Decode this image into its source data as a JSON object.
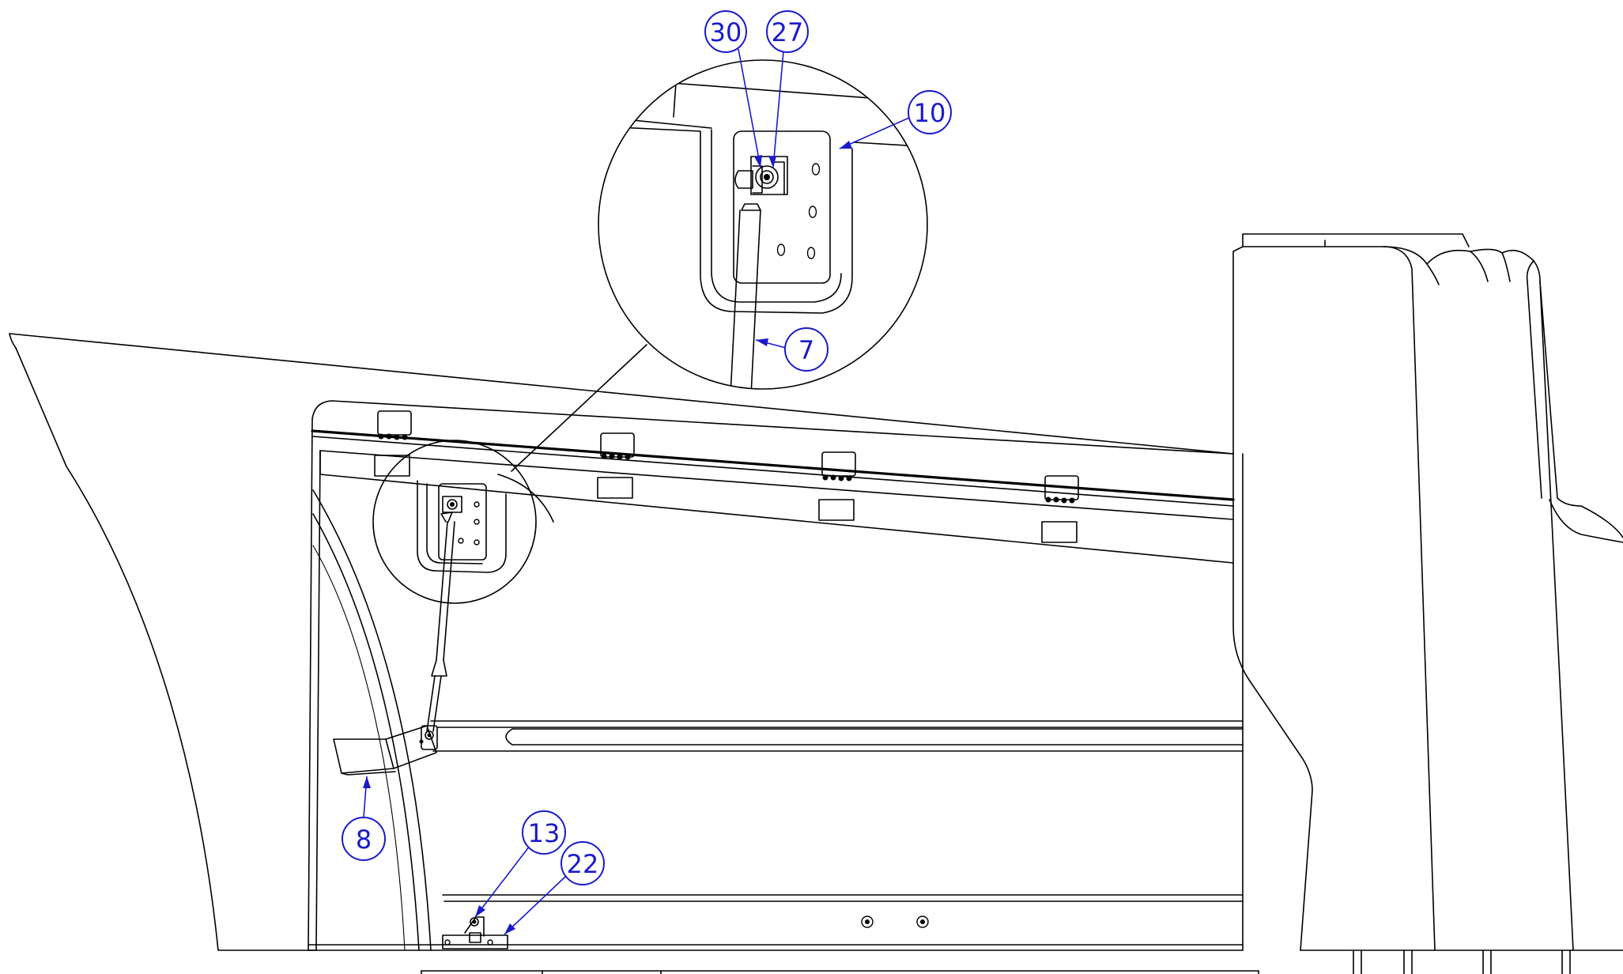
{
  "drawing": {
    "accent_color": "#1a1acc",
    "line_color": "#000000",
    "balloons": [
      {
        "label": "30",
        "target": "gas-spring-upper-fastener"
      },
      {
        "label": "27",
        "target": "gas-spring-upper-washer"
      },
      {
        "label": "10",
        "target": "upper-mounting-bracket"
      },
      {
        "label": "7",
        "target": "gas-spring"
      },
      {
        "label": "8",
        "target": "lower-arm-bracket"
      },
      {
        "label": "13",
        "target": "hinge-bolt"
      },
      {
        "label": "22",
        "target": "hinge-base-plate"
      }
    ]
  }
}
